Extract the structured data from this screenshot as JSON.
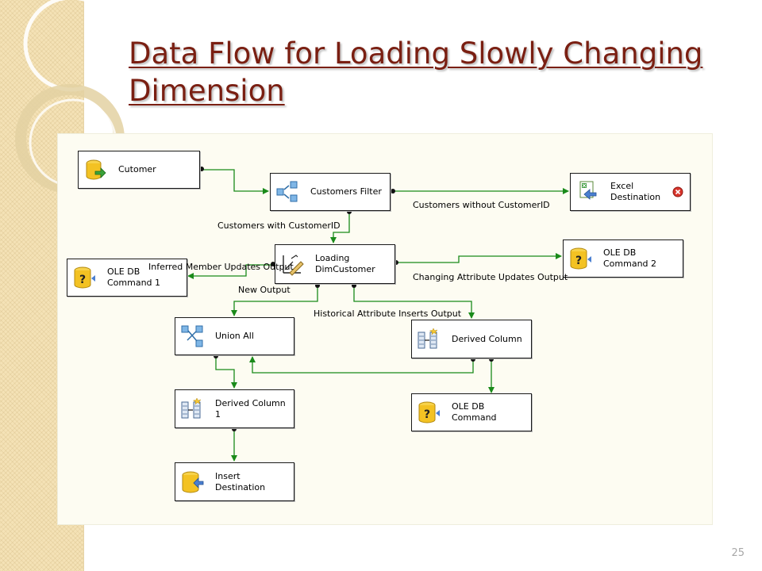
{
  "slide": {
    "title_line1": "Data Flow for Loading Slowly Changing",
    "title_line2": "Dimension",
    "page_number": "25"
  },
  "components": {
    "customer_source": {
      "label": "Cutomer",
      "icon": "database-source-icon"
    },
    "customers_filter": {
      "label": "Customers Filter",
      "icon": "conditional-split-icon"
    },
    "excel_destination": {
      "label": "Excel\nDestination",
      "icon": "excel-destination-icon",
      "status_icon": "error-icon",
      "status_color": "#d9342b"
    },
    "ole_db_command_1": {
      "label": "OLE DB\nCommand 1",
      "icon": "ole-db-command-icon"
    },
    "loading_dimcustomer": {
      "label": "Loading\nDimCustomer",
      "icon": "slowly-changing-dimension-icon"
    },
    "ole_db_command_2": {
      "label": "OLE DB\nCommand 2",
      "icon": "ole-db-command-icon"
    },
    "union_all": {
      "label": "Union All",
      "icon": "union-all-icon"
    },
    "derived_column": {
      "label": "Derived Column",
      "icon": "derived-column-icon"
    },
    "derived_column_1": {
      "label": "Derived Column\n1",
      "icon": "derived-column-icon"
    },
    "ole_db_command": {
      "label": "OLE DB\nCommand",
      "icon": "ole-db-command-icon"
    },
    "insert_destination": {
      "label": "Insert\nDestination",
      "icon": "database-destination-icon"
    }
  },
  "paths": {
    "without_customer_id": "Customers without CustomerID",
    "with_customer_id": "Customers with CustomerID",
    "inferred_member_updates": "Inferred Member Updates Output",
    "changing_attribute_updates": "Changing Attribute Updates Output",
    "new_output": "New Output",
    "historical_attribute_inserts": "Historical Attribute Inserts Output"
  },
  "colors": {
    "path_color": "#1a8a1a",
    "title_color": "#7a1f12",
    "canvas_color": "#fdfcf2"
  }
}
